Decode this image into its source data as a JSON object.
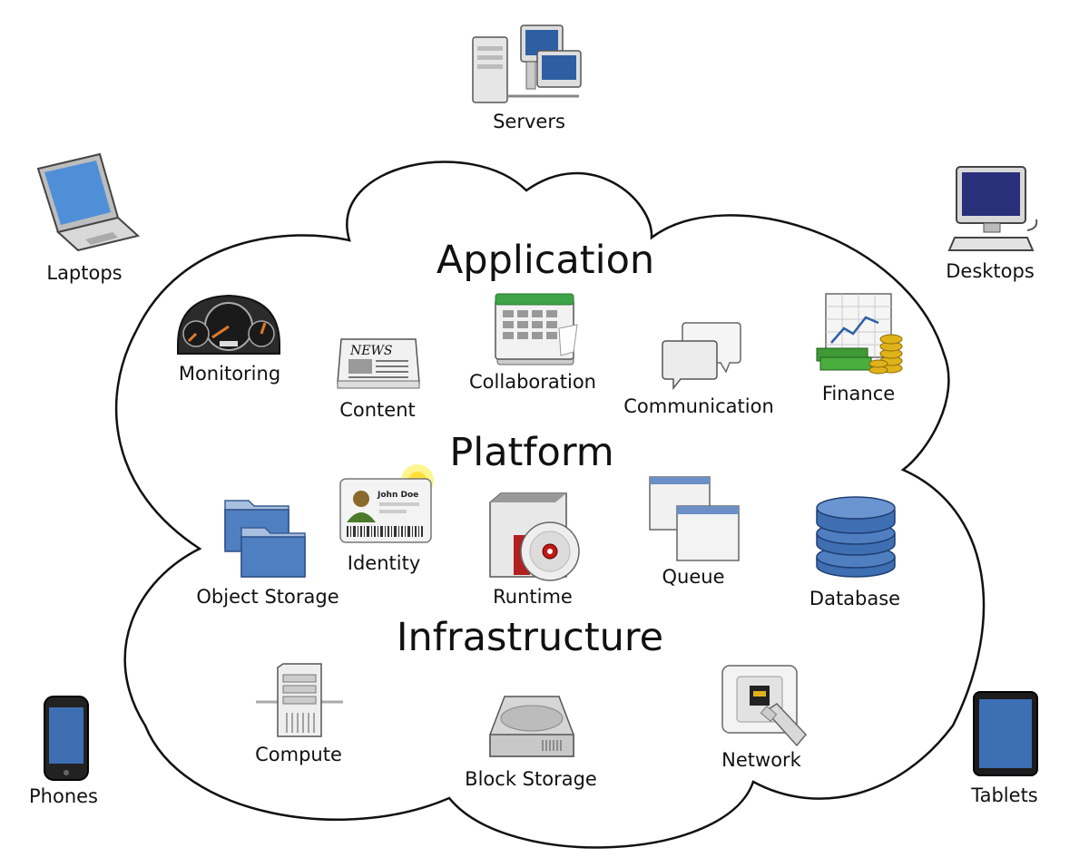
{
  "layers": {
    "application": "Application",
    "platform": "Platform",
    "infrastructure": "Infrastructure"
  },
  "devices": {
    "servers": "Servers",
    "laptops": "Laptops",
    "desktops": "Desktops",
    "phones": "Phones",
    "tablets": "Tablets"
  },
  "application": {
    "monitoring": "Monitoring",
    "content": "Content",
    "collaboration": "Collaboration",
    "communication": "Communication",
    "finance": "Finance"
  },
  "platform": {
    "object_storage": "Object Storage",
    "identity": "Identity",
    "runtime": "Runtime",
    "queue": "Queue",
    "database": "Database"
  },
  "infrastructure": {
    "compute": "Compute",
    "block_storage": "Block Storage",
    "network": "Network"
  },
  "icon_text": {
    "news": "NEWS",
    "identity_name": "John Doe"
  },
  "icons": [
    "servers-icon",
    "laptop-icon",
    "desktop-icon",
    "phone-icon",
    "tablet-icon",
    "gauge-icon",
    "newspaper-icon",
    "calendar-icon",
    "speech-bubbles-icon",
    "finance-chart-icon",
    "folder-icon",
    "id-card-icon",
    "disc-box-icon",
    "windows-icon",
    "database-icon",
    "server-tower-icon",
    "hard-drive-icon",
    "ethernet-port-icon"
  ],
  "colors": {
    "outline": "#111111",
    "blue": "#3f6fb3",
    "green": "#4a9a3a",
    "red": "#c02020",
    "gray": "#cfcfcf"
  }
}
